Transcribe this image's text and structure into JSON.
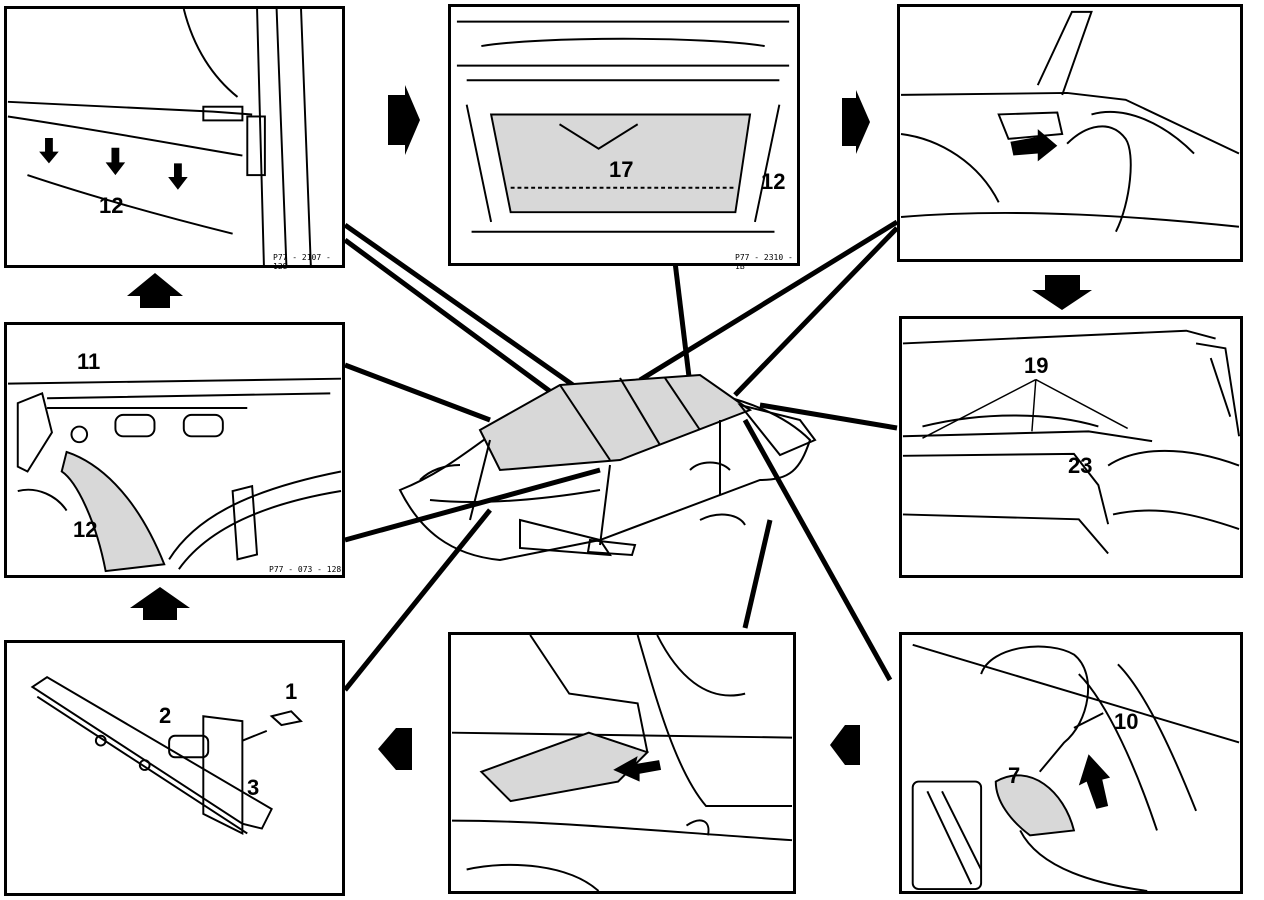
{
  "panels": {
    "top_left": {
      "labels": [
        "12"
      ],
      "ref": "P77 - 2107 - 128"
    },
    "top_center": {
      "labels": [
        "17",
        "12"
      ],
      "ref": "P77 - 2310 - 1B"
    },
    "top_right": {
      "labels": []
    },
    "mid_left": {
      "labels": [
        "11",
        "12"
      ],
      "ref": "P77 - 073 - 128"
    },
    "mid_right": {
      "labels": [
        "19",
        "23"
      ]
    },
    "bottom_left": {
      "labels": [
        "1",
        "2",
        "3"
      ]
    },
    "bottom_center": {
      "labels": []
    },
    "bottom_right": {
      "labels": [
        "10",
        "7"
      ]
    }
  },
  "colors": {
    "ink": "#000000",
    "paper": "#ffffff",
    "fabric": "#d8d8d8"
  }
}
